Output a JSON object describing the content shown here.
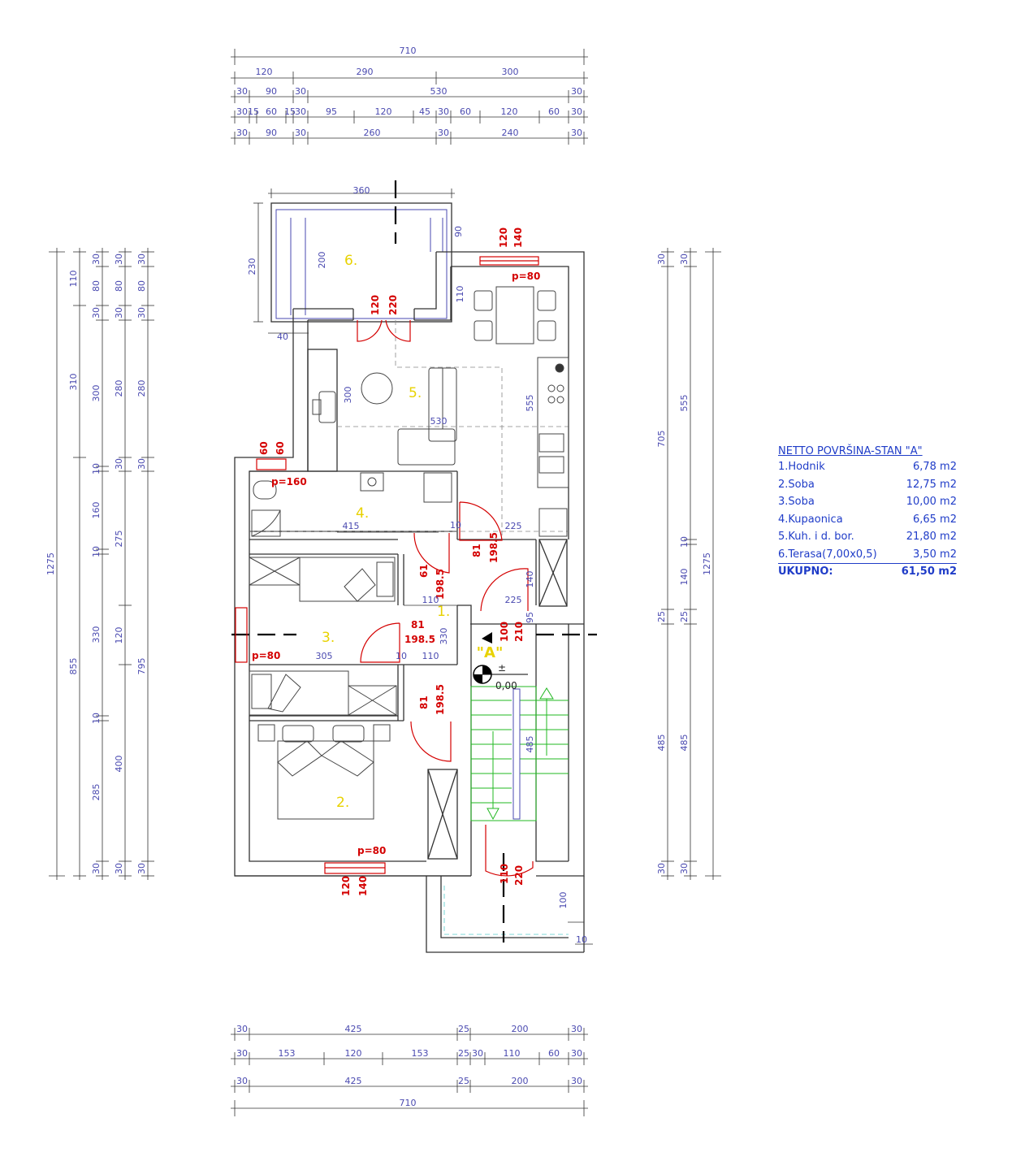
{
  "plan": {
    "top_dims": {
      "overall": "710",
      "row2": [
        "120",
        "290",
        "300"
      ],
      "row3": [
        "30",
        "90",
        "30",
        "530",
        "30"
      ],
      "row4": [
        "30",
        "15",
        "60",
        "15",
        "30",
        "95",
        "120",
        "45",
        "30",
        "60",
        "120",
        "60",
        "30"
      ],
      "row5": [
        "30",
        "90",
        "30",
        "260",
        "30",
        "240",
        "30"
      ]
    },
    "bottom_dims": {
      "row1": [
        "30",
        "425",
        "25",
        "200",
        "30"
      ],
      "row2": [
        "30",
        "153",
        "120",
        "153",
        "25",
        "30",
        "110",
        "60",
        "30"
      ],
      "row3": [
        "30",
        "425",
        "25",
        "200",
        "30"
      ],
      "overall": "710"
    },
    "left_dims": {
      "col1": [
        "1275"
      ],
      "col2": [
        "110",
        "310",
        "855"
      ],
      "col3": [
        "30",
        "80",
        "30",
        "300",
        "10",
        "160",
        "10",
        "330",
        "10",
        "400",
        "30"
      ],
      "col4": [
        "30",
        "80",
        "30",
        "280",
        "30",
        "275",
        "120",
        "285",
        "30"
      ],
      "col5": [
        "30",
        "80",
        "30",
        "280",
        "30",
        "795",
        "30"
      ]
    },
    "right_dims": {
      "col1": [
        "30",
        "705",
        "25",
        "485",
        "30"
      ],
      "col2": [
        "30",
        "555",
        "10",
        "140",
        "25",
        "485",
        "30"
      ],
      "col3": [
        "1275"
      ]
    },
    "rooms": {
      "r1": "1.",
      "r2": "2.",
      "r3": "3.",
      "r4": "4.",
      "r5": "5.",
      "r6": "6."
    },
    "inner_dims": {
      "terrace_w": "360",
      "terrace_h": "230",
      "terrace_inner": "200",
      "terrace_side": "90",
      "terrace_wall": "40",
      "kitchen_w": "530",
      "kitchen_h": "300",
      "kitchen_dining": "110",
      "kitchen_right": "555",
      "bath_w": "415",
      "hall_w": "225",
      "hall_w2": "225",
      "hall_w3": "110",
      "hall_h": "330",
      "room3_w": "305",
      "room3_w2": "110",
      "stair": "485",
      "hall_right": "140",
      "hall_right2": "95",
      "bottom_100": "100",
      "bottom_10": "10",
      "wall_10a": "10",
      "wall_10b": "10"
    },
    "openings": {
      "terrace_door": [
        "120",
        "220"
      ],
      "kitchen_window": [
        "120",
        "140"
      ],
      "kitchen_window_p": "p=80",
      "bath_window": [
        "60",
        "60"
      ],
      "bath_window_p": "p=160",
      "bath_door": [
        "61",
        "198.5"
      ],
      "kitchen_door": [
        "81",
        "198.5"
      ],
      "room3_door": [
        "81",
        "198.5"
      ],
      "room3_window_p": "p=80",
      "room2_door": [
        "81",
        "198.5"
      ],
      "room2_window": [
        "120",
        "140"
      ],
      "room2_window_p": "p=80",
      "entry_door": [
        "100",
        "210"
      ],
      "exit_door": [
        "110",
        "220"
      ]
    },
    "section_label": "\"A\"",
    "level_symbol": "±",
    "level_value": "0,00"
  },
  "legend": {
    "title": "NETTO POVRŠINA-STAN \"A\"",
    "rows": [
      {
        "name": "1.Hodnik",
        "area": "6,78 m2"
      },
      {
        "name": "2.Soba",
        "area": "12,75 m2"
      },
      {
        "name": "3.Soba",
        "area": "10,00 m2"
      },
      {
        "name": "4.Kupaonica",
        "area": "6,65 m2"
      },
      {
        "name": "5.Kuh. i d. bor.",
        "area": "21,80 m2"
      },
      {
        "name": "6.Terasa(7,00x0,5)",
        "area": "3,50 m2"
      }
    ],
    "total": {
      "name": "UKUPNO:",
      "area": "61,50 m2"
    }
  },
  "colors": {
    "walls": "#333333",
    "dimensions": "#4a4ab0",
    "openings": "#d40000",
    "room_numbers": "#e8d200",
    "stairs": "#22b822",
    "legend": "#1f3cc8"
  }
}
